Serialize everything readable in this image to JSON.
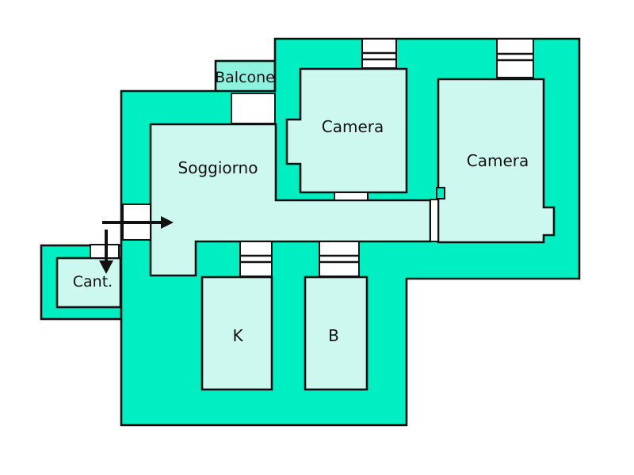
{
  "diagram": {
    "type": "apartment-floor-plan",
    "labels": {
      "balcony": "Balcone",
      "living_room": "Soggiorno",
      "bedroom_1": "Camera",
      "bedroom_2": "Camera",
      "cellar": "Cant.",
      "kitchen": "K",
      "bathroom": "B"
    },
    "colors": {
      "wall": "#00efc2",
      "room_floor": "#cdf8f0",
      "balcony_fill": "#8df2de",
      "opening": "#ffffff",
      "outline": "#111111",
      "background": "#ffffff"
    }
  }
}
